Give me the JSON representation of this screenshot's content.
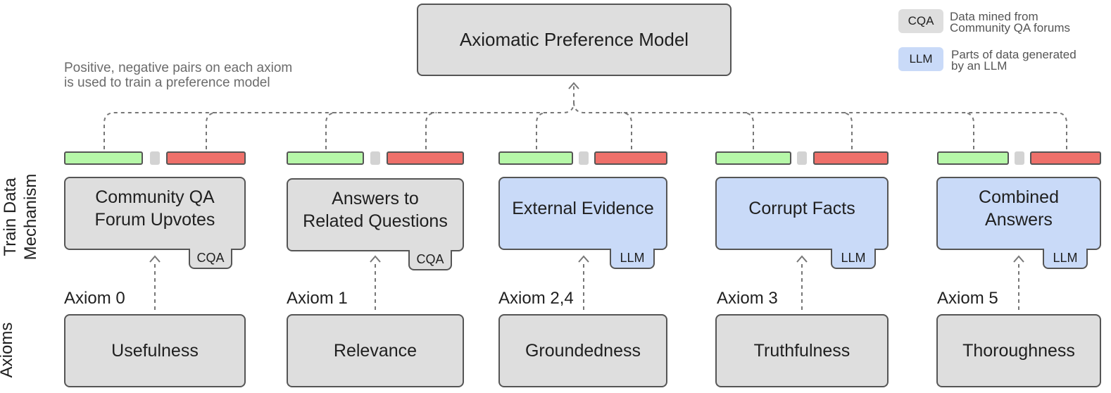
{
  "top_model": {
    "label": "Axiomatic Preference Model"
  },
  "note": {
    "text": "Positive, negative pairs on each axiom\nis used to train a preference model"
  },
  "legend": [
    {
      "tag": "CQA",
      "text": "Data mined from\nCommunity QA forums",
      "color": "#dedede"
    },
    {
      "tag": "LLM",
      "text": "Parts of data generated\nby an LLM",
      "color": "#c9daf8"
    }
  ],
  "row_labels": {
    "mechanism": "Train Data\nMechanism",
    "axioms": "Axioms"
  },
  "columns": [
    {
      "axiom_label": "Axiom 0",
      "axiom": "Usefulness",
      "mechanism": "Community QA\nForum Upvotes",
      "source": "CQA",
      "fill": "#dedede"
    },
    {
      "axiom_label": "Axiom 1",
      "axiom": "Relevance",
      "mechanism": "Answers to\nRelated Questions",
      "source": "CQA",
      "fill": "#dedede"
    },
    {
      "axiom_label": "Axiom 2,4",
      "axiom": "Groundedness",
      "mechanism": "External Evidence",
      "source": "LLM",
      "fill": "#c9daf8"
    },
    {
      "axiom_label": "Axiom 3",
      "axiom": "Truthfulness",
      "mechanism": "Corrupt Facts",
      "source": "LLM",
      "fill": "#c9daf8"
    },
    {
      "axiom_label": "Axiom 5",
      "axiom": "Thoroughness",
      "mechanism": "Combined\nAnswers",
      "source": "LLM",
      "fill": "#c9daf8"
    }
  ],
  "colors": {
    "positive": "#b6f7a8",
    "negative": "#ee706a",
    "border": "#555555",
    "connector": "#777777"
  }
}
